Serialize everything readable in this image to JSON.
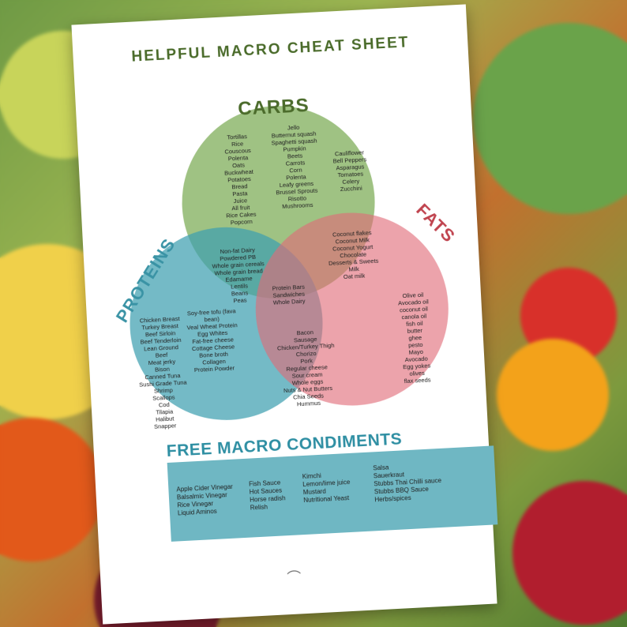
{
  "title": "HELPFUL MACRO CHEAT SHEET",
  "labels": {
    "carbs": "CARBS",
    "fats": "FATS",
    "proteins": "PROTEINS"
  },
  "colors": {
    "carbs": "#7fae5a",
    "fats": "#e06a78",
    "proteins": "#3f9fb0",
    "title": "#4a6b2a",
    "banner": "#6fb7c3"
  },
  "carbs_only_left": [
    "Tortillas",
    "Rice",
    "Couscous",
    "Polenta",
    "Oats",
    "Buckwheat",
    "Potatoes",
    "Bread",
    "Pasta",
    "Juice",
    "All fruit",
    "Rice Cakes",
    "Popcorn"
  ],
  "carbs_only_mid": [
    "Jello",
    "Butternut squash",
    "Spaghetti squash",
    "Pumpkin",
    "Beets",
    "Carrots",
    "Corn",
    "Polenta",
    "Leafy greens",
    "Brussel Sprouts",
    "Risotto",
    "Mushrooms"
  ],
  "carbs_only_right": [
    "Cauliflower",
    "Bell Peppers",
    "Asparagus",
    "Tomatoes",
    "Celery",
    "Zucchini"
  ],
  "carbs_proteins": [
    "Non-fat Dairy",
    "Powdered PB",
    "Whole grain cereals",
    "Whole grain bread",
    "Edamame",
    "Lentils",
    "Beans",
    "Peas"
  ],
  "carbs_fats": [
    "Coconut flakes",
    "Coconut Milk",
    "Coconut Yogurt",
    "Chocolate",
    "Desserts & Sweets",
    "Milk",
    "Oat milk"
  ],
  "all_three": [
    "Protein Bars",
    "Sandwiches",
    "Whole Dairy"
  ],
  "proteins_only_left": [
    "Chicken Breast",
    "Turkey Breast",
    "Beef Sirloin",
    "Beef Tenderloin",
    "Lean Ground",
    "Beef",
    "Meat jerky",
    "Bison",
    "Canned Tuna",
    "Sushi Grade Tuna",
    "Shrimp",
    "Scallops",
    "Cod",
    "Tilapia",
    "Halibut",
    "Snapper"
  ],
  "proteins_only_right": [
    "Soy-free tofu (fava",
    "bean)",
    "Veal Wheat Protein",
    "Egg Whites",
    "Fat-free cheese",
    "Cottage Cheese",
    "Bone broth",
    "Collagen",
    "Protein Powder"
  ],
  "proteins_fats": [
    "Bacon",
    "Sausage",
    "Chicken/Turkey Thigh",
    "Chorizo",
    "Pork",
    "Regular cheese",
    "Sour cream",
    "Whole eggs",
    "Nuts & Nut Butters",
    "Chia Seeds",
    "Hummus"
  ],
  "fats_only": [
    "Olive oil",
    "Avocado oil",
    "coconut oil",
    "canola oil",
    "fish oil",
    "butter",
    "ghee",
    "pesto",
    "Mayo",
    "Avocado",
    "Egg yokes",
    "olives",
    "flax seeds"
  ],
  "condiments": {
    "title": "FREE MACRO CONDIMENTS",
    "col1": [
      "Apple Cider Vinegar",
      "Balsalmic Vinegar",
      "Rice Vinegar",
      "Liquid Aminos"
    ],
    "col2": [
      "Fish Sauce",
      "Hot Sauces",
      "Horse radish",
      "Relish"
    ],
    "col3": [
      "Kimchi",
      "Lemon/lime juice",
      "Mustard",
      "Nutritional Yeast"
    ],
    "col4": [
      "Salsa",
      "Sauerkraut",
      "Stubbs Thai Chilli sauce",
      "Stubbs BBQ Sauce",
      "Herbs/spices"
    ]
  },
  "footer_icon": "banana-icon"
}
